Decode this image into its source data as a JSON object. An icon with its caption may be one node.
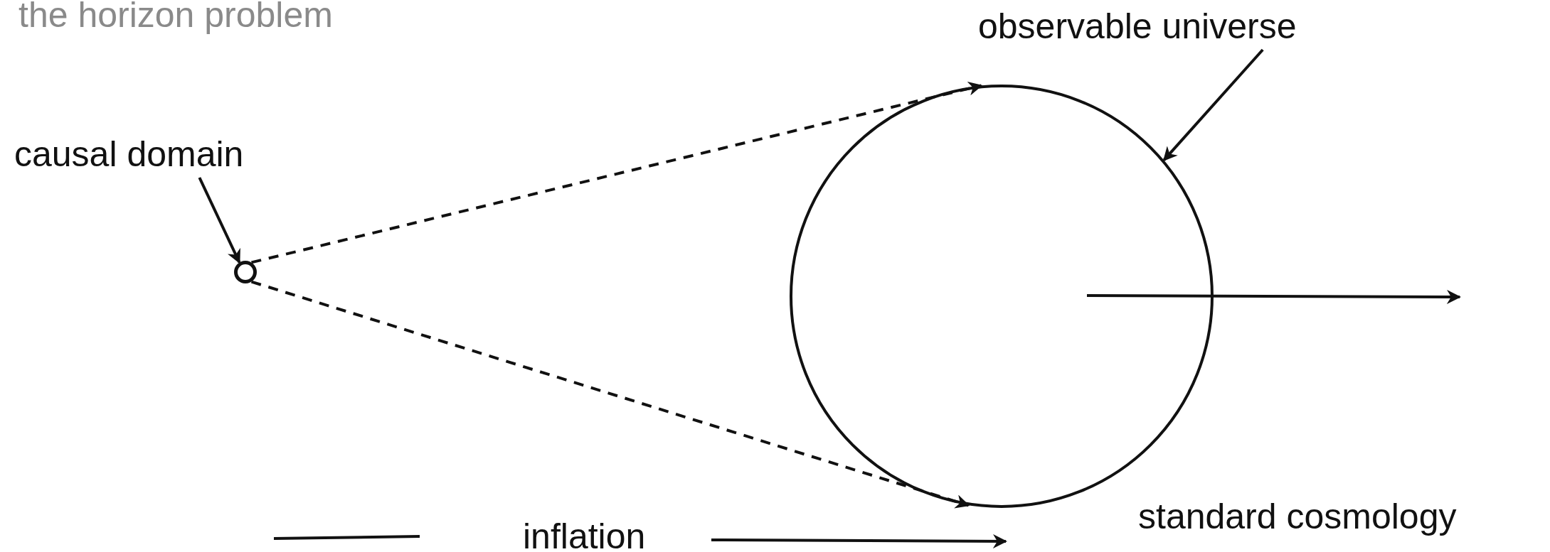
{
  "diagram": {
    "title": "the horizon problem",
    "nodes": [
      {
        "text": [
          "causal domain"
        ]
      },
      {
        "text": [],
        "shape": "circle"
      },
      {
        "text": [
          "observable universe"
        ]
      },
      {
        "text": [],
        "shape": "circle"
      }
    ],
    "edges": [
      {
        "from": 0,
        "to": 1,
        "arrow": "to"
      },
      {
        "from": 2,
        "to": 3,
        "arrow": "to"
      },
      {
        "from": 1,
        "to": 3,
        "arrow": "to",
        "style": "dashed"
      },
      {
        "from": 1,
        "to": 3,
        "arrow": "to",
        "style": "dashed"
      }
    ],
    "labels": [
      "inflation",
      "standard cosmology"
    ]
  }
}
